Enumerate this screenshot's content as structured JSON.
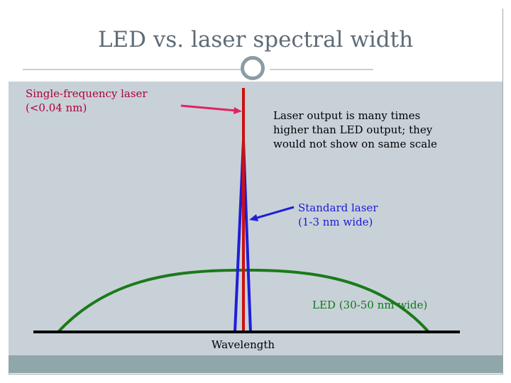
{
  "slide": {
    "title": "LED vs. laser spectral width"
  },
  "labels": {
    "single_frequency": "Single-frequency laser\n(<0.04 nm)",
    "laser_output": "Laser output is many times\nhigher than LED output; they\nwould not show on same scale",
    "standard_laser": "Standard laser\n(1-3 nm wide)",
    "led": "LED (30-50 nm wide)",
    "x_axis": "Wavelength"
  },
  "colors": {
    "single_frequency_line": "#cc1111",
    "standard_laser_curve": "#1f1fd6",
    "led_curve": "#1a7a1a",
    "pointer_red": "#e0245e",
    "pointer_blue": "#1f1fd6",
    "axis": "#000000",
    "background": "#c8d1d8",
    "footer": "#8fa7ab"
  }
}
